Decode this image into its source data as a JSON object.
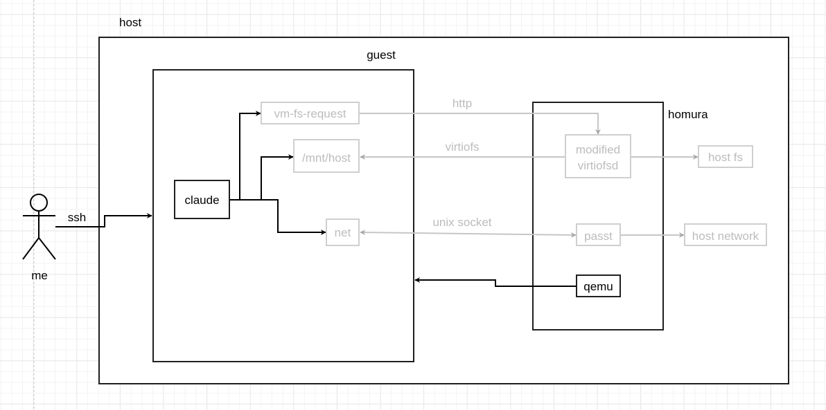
{
  "diagram": {
    "containers": {
      "host": {
        "label": "host"
      },
      "guest": {
        "label": "guest"
      },
      "homura": {
        "label": "homura"
      }
    },
    "actor": {
      "label": "me",
      "icon": "person-icon"
    },
    "nodes": {
      "claude": {
        "label": "claude",
        "style": "active"
      },
      "vm_fs_request": {
        "label": "vm-fs-request",
        "style": "inactive"
      },
      "mnt_host": {
        "label": "/mnt/host",
        "style": "inactive"
      },
      "net": {
        "label": "net",
        "style": "inactive"
      },
      "modified_virtiofsd": {
        "label_line1": "modified",
        "label_line2": "virtiofsd",
        "style": "inactive"
      },
      "host_fs": {
        "label": "host fs",
        "style": "inactive"
      },
      "passt": {
        "label": "passt",
        "style": "inactive"
      },
      "host_network": {
        "label": "host network",
        "style": "inactive"
      },
      "qemu": {
        "label": "qemu",
        "style": "active"
      }
    },
    "edges": [
      {
        "from": "me",
        "to": "guest",
        "label": "ssh"
      },
      {
        "from": "claude",
        "to": "vm-fs-request",
        "label": ""
      },
      {
        "from": "claude",
        "to": "/mnt/host",
        "label": ""
      },
      {
        "from": "claude",
        "to": "net",
        "label": ""
      },
      {
        "from": "vm-fs-request",
        "to": "modified virtiofsd",
        "label": "http"
      },
      {
        "from": "modified virtiofsd",
        "to": "/mnt/host",
        "label": "virtiofs"
      },
      {
        "from": "modified virtiofsd",
        "to": "host fs",
        "label": ""
      },
      {
        "from": "net",
        "to": "passt",
        "label": "unix socket",
        "bidirectional": true
      },
      {
        "from": "passt",
        "to": "host network",
        "label": ""
      },
      {
        "from": "qemu",
        "to": "guest",
        "label": ""
      }
    ],
    "colors": {
      "active_stroke": "#1f1f1f",
      "inactive_stroke": "#cfcfcf",
      "inactive_text": "#bcbcbc",
      "grid": "#ececec"
    }
  }
}
